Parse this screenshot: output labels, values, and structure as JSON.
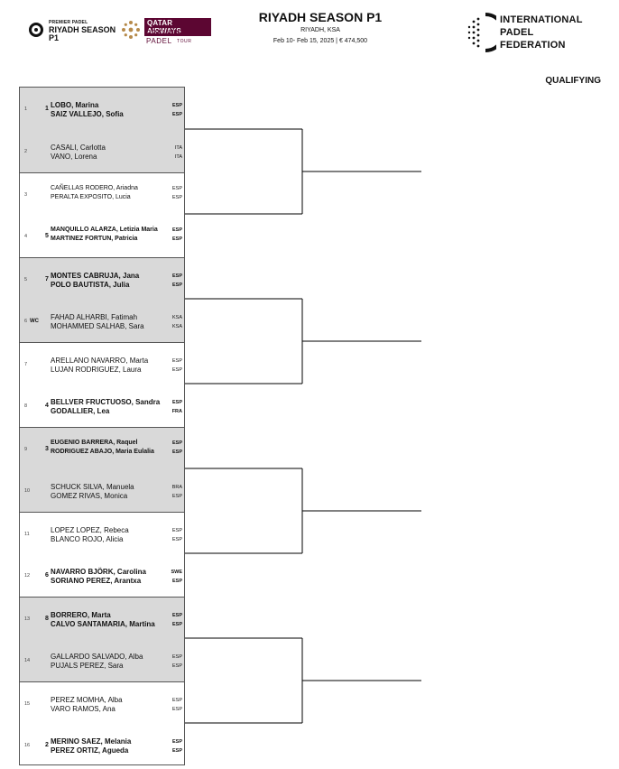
{
  "header": {
    "rs_logo": {
      "small": "PREMIER PADEL",
      "line1": "RIYADH SEASON",
      "line2": "P1"
    },
    "qa_logo": {
      "brand": "QATAR AIRWAYS",
      "line1": "PREMIER PADEL",
      "line2": "TOUR"
    },
    "title": "RIYADH SEASON P1",
    "location": "RIYADH, KSA",
    "dates": "Feb 10- Feb 15, 2025  |  € 474,500",
    "ipf_logo": {
      "line1": "INTERNATIONAL",
      "line2": "PADEL",
      "line3": "FEDERATION"
    },
    "section": "QUALIFYING"
  },
  "entries": [
    {
      "num": "1",
      "seed": "1",
      "wc": "",
      "p1": "LOBO, Marina",
      "p2": "SAIZ VALLEJO, Sofia",
      "c1": "ESP",
      "c2": "ESP",
      "bold": true,
      "small": false
    },
    {
      "num": "2",
      "seed": "",
      "wc": "",
      "p1": "CASALI, Carlotta",
      "p2": "VANO, Lorena",
      "c1": "ITA",
      "c2": "ITA",
      "bold": false,
      "small": false
    },
    {
      "num": "3",
      "seed": "",
      "wc": "",
      "p1": "CAÑELLAS RODERO, Ariadna",
      "p2": "PERALTA EXPOSITO, Lucia",
      "c1": "ESP",
      "c2": "ESP",
      "bold": false,
      "small": true
    },
    {
      "num": "4",
      "seed": "5",
      "wc": "",
      "p1": "MANQUILLO ALARZA, Letizia Maria",
      "p2": "MARTINEZ FORTUN, Patricia",
      "c1": "ESP",
      "c2": "ESP",
      "bold": true,
      "small": true
    },
    {
      "num": "5",
      "seed": "7",
      "wc": "",
      "p1": "MONTES CABRUJA, Jana",
      "p2": "POLO BAUTISTA, Julia",
      "c1": "ESP",
      "c2": "ESP",
      "bold": true,
      "small": false
    },
    {
      "num": "6",
      "seed": "",
      "wc": "WC",
      "p1": "FAHAD ALHARBI, Fatimah",
      "p2": "MOHAMMED SALHAB, Sara",
      "c1": "KSA",
      "c2": "KSA",
      "bold": false,
      "small": false
    },
    {
      "num": "7",
      "seed": "",
      "wc": "",
      "p1": "ARELLANO NAVARRO, Marta",
      "p2": "LUJAN RODRIGUEZ, Laura",
      "c1": "ESP",
      "c2": "ESP",
      "bold": false,
      "small": false
    },
    {
      "num": "8",
      "seed": "4",
      "wc": "",
      "p1": "BELLVER FRUCTUOSO, Sandra",
      "p2": "GODALLIER, Lea",
      "c1": "ESP",
      "c2": "FRA",
      "bold": true,
      "small": false
    },
    {
      "num": "9",
      "seed": "3",
      "wc": "",
      "p1": "EUGENIO BARRERA, Raquel",
      "p2": "RODRIGUEZ ABAJO, Maria Eulalia",
      "c1": "ESP",
      "c2": "ESP",
      "bold": true,
      "small": true
    },
    {
      "num": "10",
      "seed": "",
      "wc": "",
      "p1": "SCHUCK SILVA, Manuela",
      "p2": "GOMEZ RIVAS, Monica",
      "c1": "BRA",
      "c2": "ESP",
      "bold": false,
      "small": false
    },
    {
      "num": "11",
      "seed": "",
      "wc": "",
      "p1": "LOPEZ LOPEZ, Rebeca",
      "p2": "BLANCO ROJO, Alicia",
      "c1": "ESP",
      "c2": "ESP",
      "bold": false,
      "small": false
    },
    {
      "num": "12",
      "seed": "6",
      "wc": "",
      "p1": "NAVARRO BJÖRK, Carolina",
      "p2": "SORIANO PEREZ, Arantxa",
      "c1": "SWE",
      "c2": "ESP",
      "bold": true,
      "small": false
    },
    {
      "num": "13",
      "seed": "8",
      "wc": "",
      "p1": "BORRERO, Marta",
      "p2": "CALVO SANTAMARIA, Martina",
      "c1": "ESP",
      "c2": "ESP",
      "bold": true,
      "small": false
    },
    {
      "num": "14",
      "seed": "",
      "wc": "",
      "p1": "GALLARDO SALVADO, Alba",
      "p2": "PUJALS PEREZ, Sara",
      "c1": "ESP",
      "c2": "ESP",
      "bold": false,
      "small": false
    },
    {
      "num": "15",
      "seed": "",
      "wc": "",
      "p1": "PEREZ MOMHA, Alba",
      "p2": "VARO RAMOS, Ana",
      "c1": "ESP",
      "c2": "ESP",
      "bold": false,
      "small": false
    },
    {
      "num": "16",
      "seed": "2",
      "wc": "",
      "p1": "MERINO SAEZ, Melania",
      "p2": "PEREZ ORTIZ, Agueda",
      "c1": "ESP",
      "c2": "ESP",
      "bold": true,
      "small": false
    }
  ]
}
